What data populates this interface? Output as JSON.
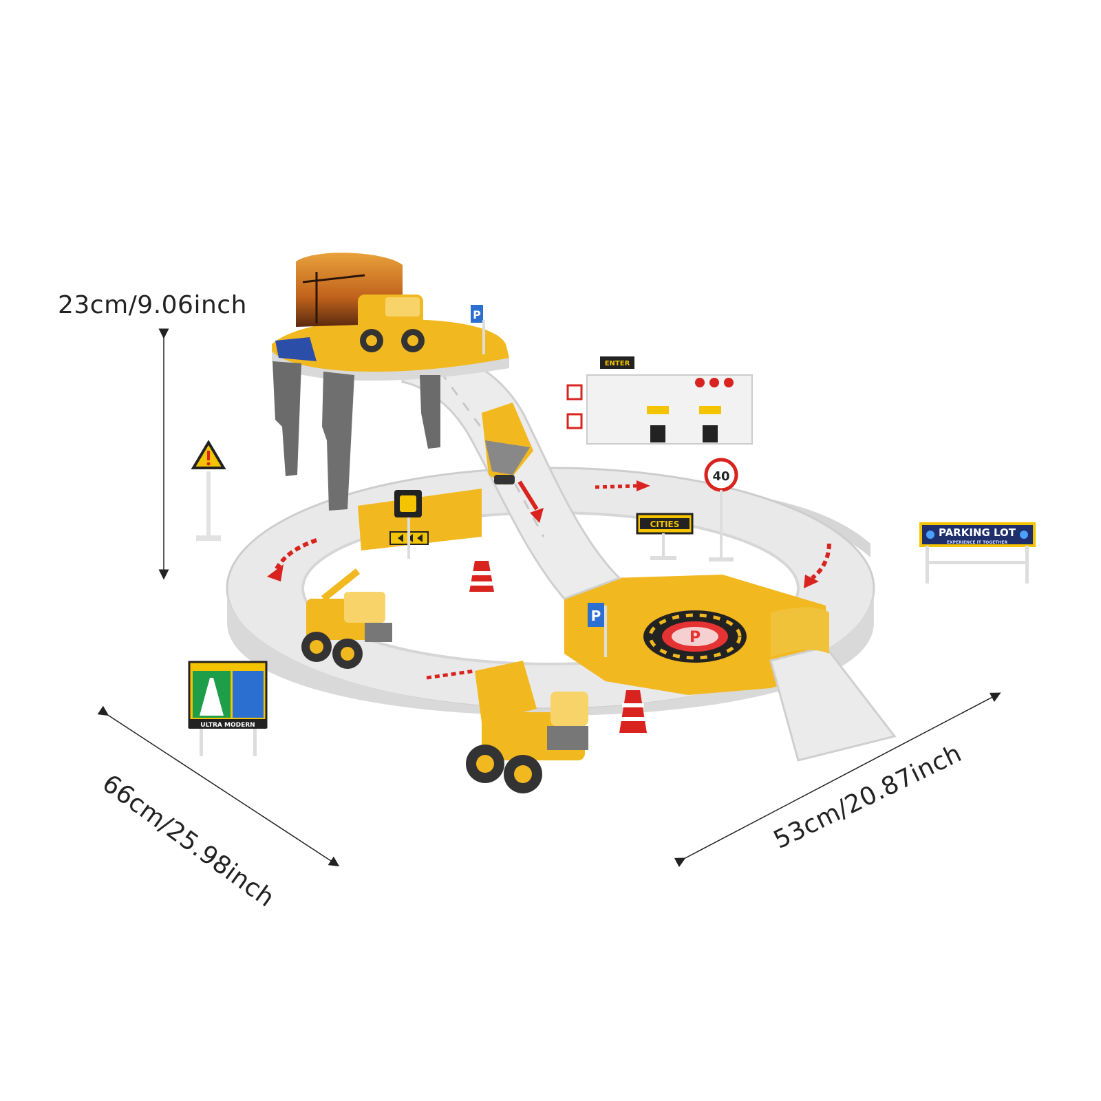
{
  "dimensions": {
    "height": "23cm/9.06inch",
    "depth": "66cm/25.98inch",
    "width": "53cm/20.87inch"
  },
  "signs": {
    "parking_lot_title": "PARKING LOT",
    "parking_lot_sub": "EXPERIENCE IT TOGETHER",
    "cities": "CITIES",
    "enter": "ENTER",
    "speed_limit": "40",
    "ultra_modern": "ULTRA MODERN",
    "parking_p": "P",
    "hub_p": "P"
  },
  "colors": {
    "track": "#e9e9e9",
    "track_edge": "#c9c9c9",
    "yellow": "#f2b81f",
    "red_arrow": "#d8231e",
    "pillar": "#6b6b6b"
  }
}
